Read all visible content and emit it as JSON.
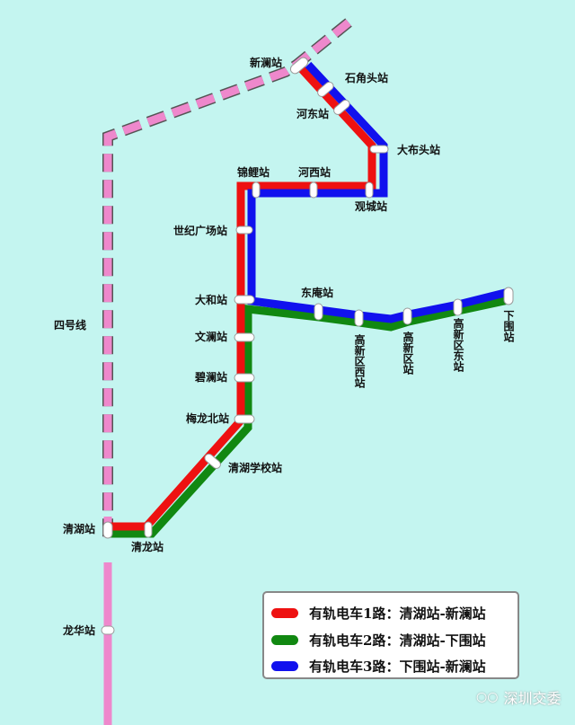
{
  "lines": {
    "line4_label": "四号线",
    "line4_color": "#ee88cc",
    "line1_color": "#ee1111",
    "line2_color": "#118811",
    "line3_color": "#1111ee"
  },
  "stations": {
    "xinlan": "新澜站",
    "shijiaotou": "石角头站",
    "hedong": "河东站",
    "dabutou": "大布头站",
    "jinli": "锦鲤站",
    "hexi": "河西站",
    "guancheng": "观城站",
    "shijiguangchang": "世纪广场站",
    "dahe": "大和站",
    "dongan": "东庵站",
    "gaoxinquxi": "高新区西站",
    "gaoxinqu": "高新区站",
    "gaoxinqudong": "高新区东站",
    "xiawei": "下围站",
    "wenlan": "文澜站",
    "bilan": "碧澜站",
    "meilongbei": "梅龙北站",
    "qinghuxuexiao": "清湖学校站",
    "qinghu": "清湖站",
    "qinglong": "清龙站",
    "longhua": "龙华站"
  },
  "legend": [
    {
      "label": "有轨电车1路：清湖站-新澜站",
      "color": "#ee1111"
    },
    {
      "label": "有轨电车2路：清湖站-下围站",
      "color": "#118811"
    },
    {
      "label": "有轨电车3路：下围站-新澜站",
      "color": "#1111ee"
    }
  ],
  "watermark": "深圳交委"
}
